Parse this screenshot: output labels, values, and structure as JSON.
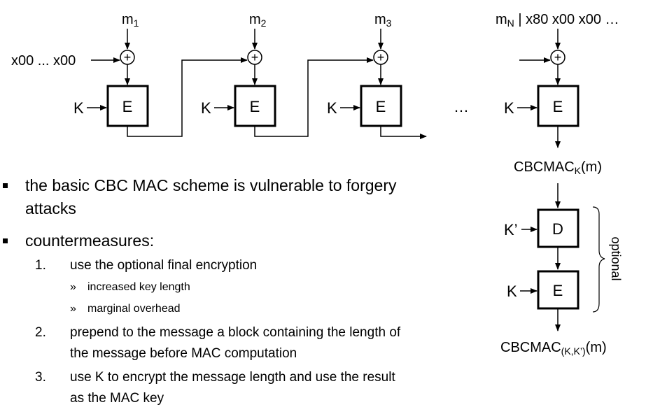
{
  "diagram": {
    "messages": [
      "m",
      "m",
      "m"
    ],
    "message_subscripts": [
      "1",
      "2",
      "3"
    ],
    "last_message": {
      "base": "m",
      "sub": "N",
      "suffix": " | x80 x00 x00 …"
    },
    "iv_label": "x00 ... x00",
    "key_label": "K",
    "key2_label": "K’",
    "encrypt_label": "E",
    "decrypt_label": "D",
    "xor_symbol": "+",
    "ellipsis": "…",
    "cbcmac_base": "CBCMAC",
    "cbcmac_sub": "K",
    "cbcmac_arg": "(m)",
    "cbcmac2_sub": "(K,K’)",
    "optional_label": "optional"
  },
  "bullets": [
    {
      "text": [
        "the basic CBC MAC scheme is vulnerable to forgery",
        "attacks"
      ]
    },
    {
      "text": [
        "countermeasures:"
      ]
    }
  ],
  "countermeasures": [
    {
      "num": "1.",
      "text": [
        "use the optional final encryption"
      ]
    },
    {
      "num": "2.",
      "text": [
        "prepend to the message a block containing the length of",
        "the message before MAC computation"
      ]
    },
    {
      "num": "3.",
      "text": [
        "use K to encrypt the message length and use the result",
        "as the MAC key"
      ]
    }
  ],
  "sub_bullets": [
    {
      "marker": "»",
      "text": "increased key length"
    },
    {
      "marker": "»",
      "text": "marginal overhead"
    }
  ],
  "colors": {
    "ink": "#000000",
    "background": "#ffffff"
  }
}
